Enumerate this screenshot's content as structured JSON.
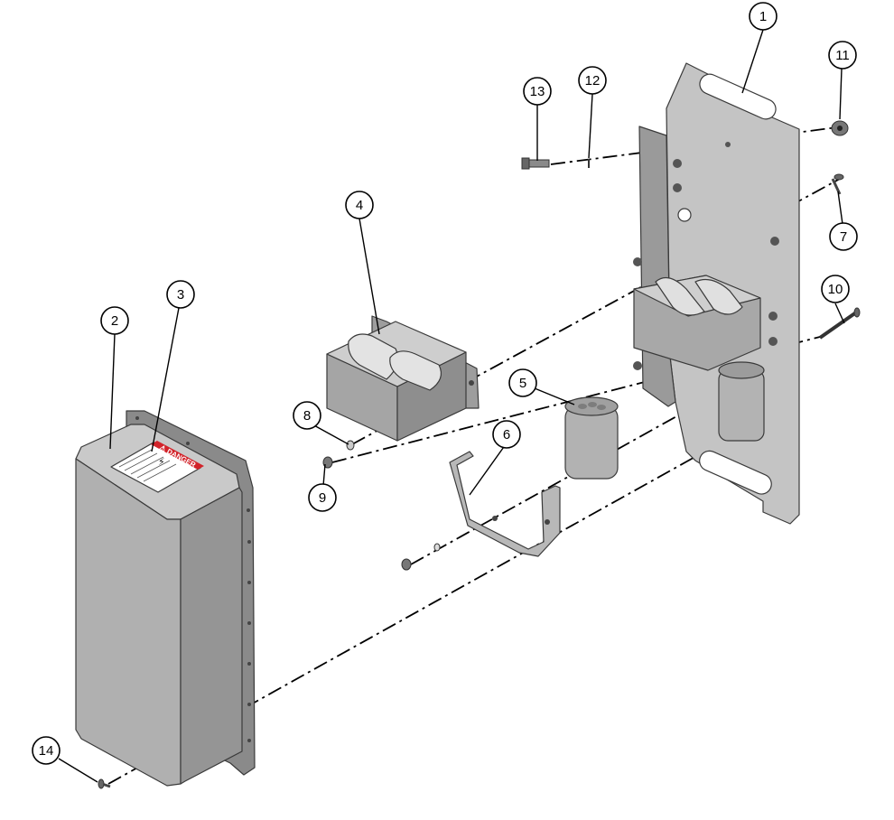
{
  "callouts": {
    "c1": "1",
    "c2": "2",
    "c3": "3",
    "c4": "4",
    "c5": "5",
    "c6": "6",
    "c7": "7",
    "c8": "8",
    "c9": "9",
    "c10": "10",
    "c11": "11",
    "c12": "12",
    "c13": "13",
    "c14": "14"
  },
  "warning_label": {
    "header": "⚠ DANGER"
  },
  "colors": {
    "part_fill_light": "#c9c9c9",
    "part_fill_mid": "#a9a9a9",
    "part_fill_dark": "#858585",
    "danger_red": "#d2232a"
  }
}
